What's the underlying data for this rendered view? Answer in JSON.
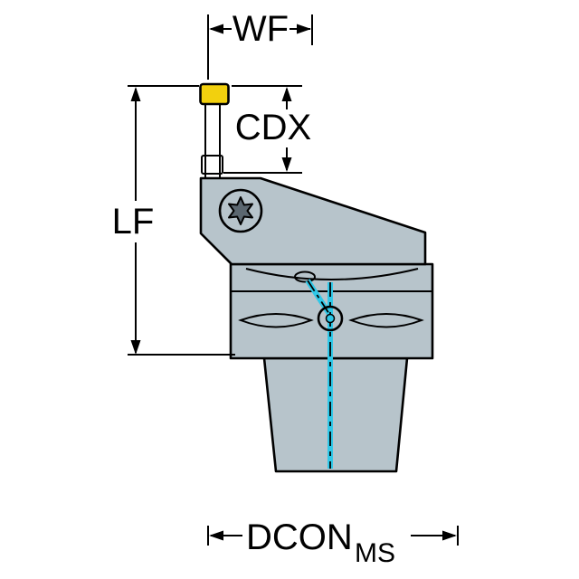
{
  "diagram": {
    "title": "Turning tool holder dimension drawing",
    "dimensions": {
      "wf": "WF",
      "cdx": "CDX",
      "lf": "LF",
      "dcon": "DCON",
      "dcon_sub": "MS"
    },
    "colors": {
      "body": "#b7c4cb",
      "body_shade": "#a3b2ba",
      "blade": "#d7dee2",
      "insert": "#f2d00e",
      "coolant": "#2fc8e8",
      "screw_star": "#5b6770",
      "outline": "#000000",
      "background": "#ffffff"
    }
  }
}
